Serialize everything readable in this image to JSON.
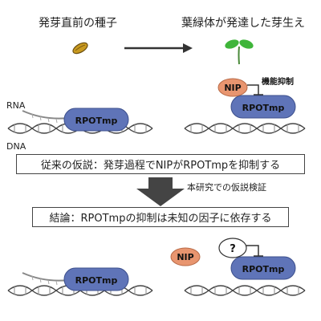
{
  "top": {
    "left_caption": "発芽直前の種子",
    "right_caption": "葉緑体が発達した芽生え"
  },
  "labels": {
    "rna": "RNA",
    "dna": "DNA",
    "rpotmp": "RPOTmp",
    "nip": "NIP",
    "function_inhibit": "機能抑制",
    "question": "?"
  },
  "hypothesis_box": "従来の仮説：発芽過程でNIPがRPOTmpを抑制する",
  "verification_label": "本研究での仮説検証",
  "conclusion_box": "結論：RPOTmpの抑制は未知の因子に依存する",
  "colors": {
    "rpotmp_fill": "#5f74b8",
    "nip_fill": "#e8956f",
    "arrow": "#444444",
    "dna_strand": "#444444"
  }
}
